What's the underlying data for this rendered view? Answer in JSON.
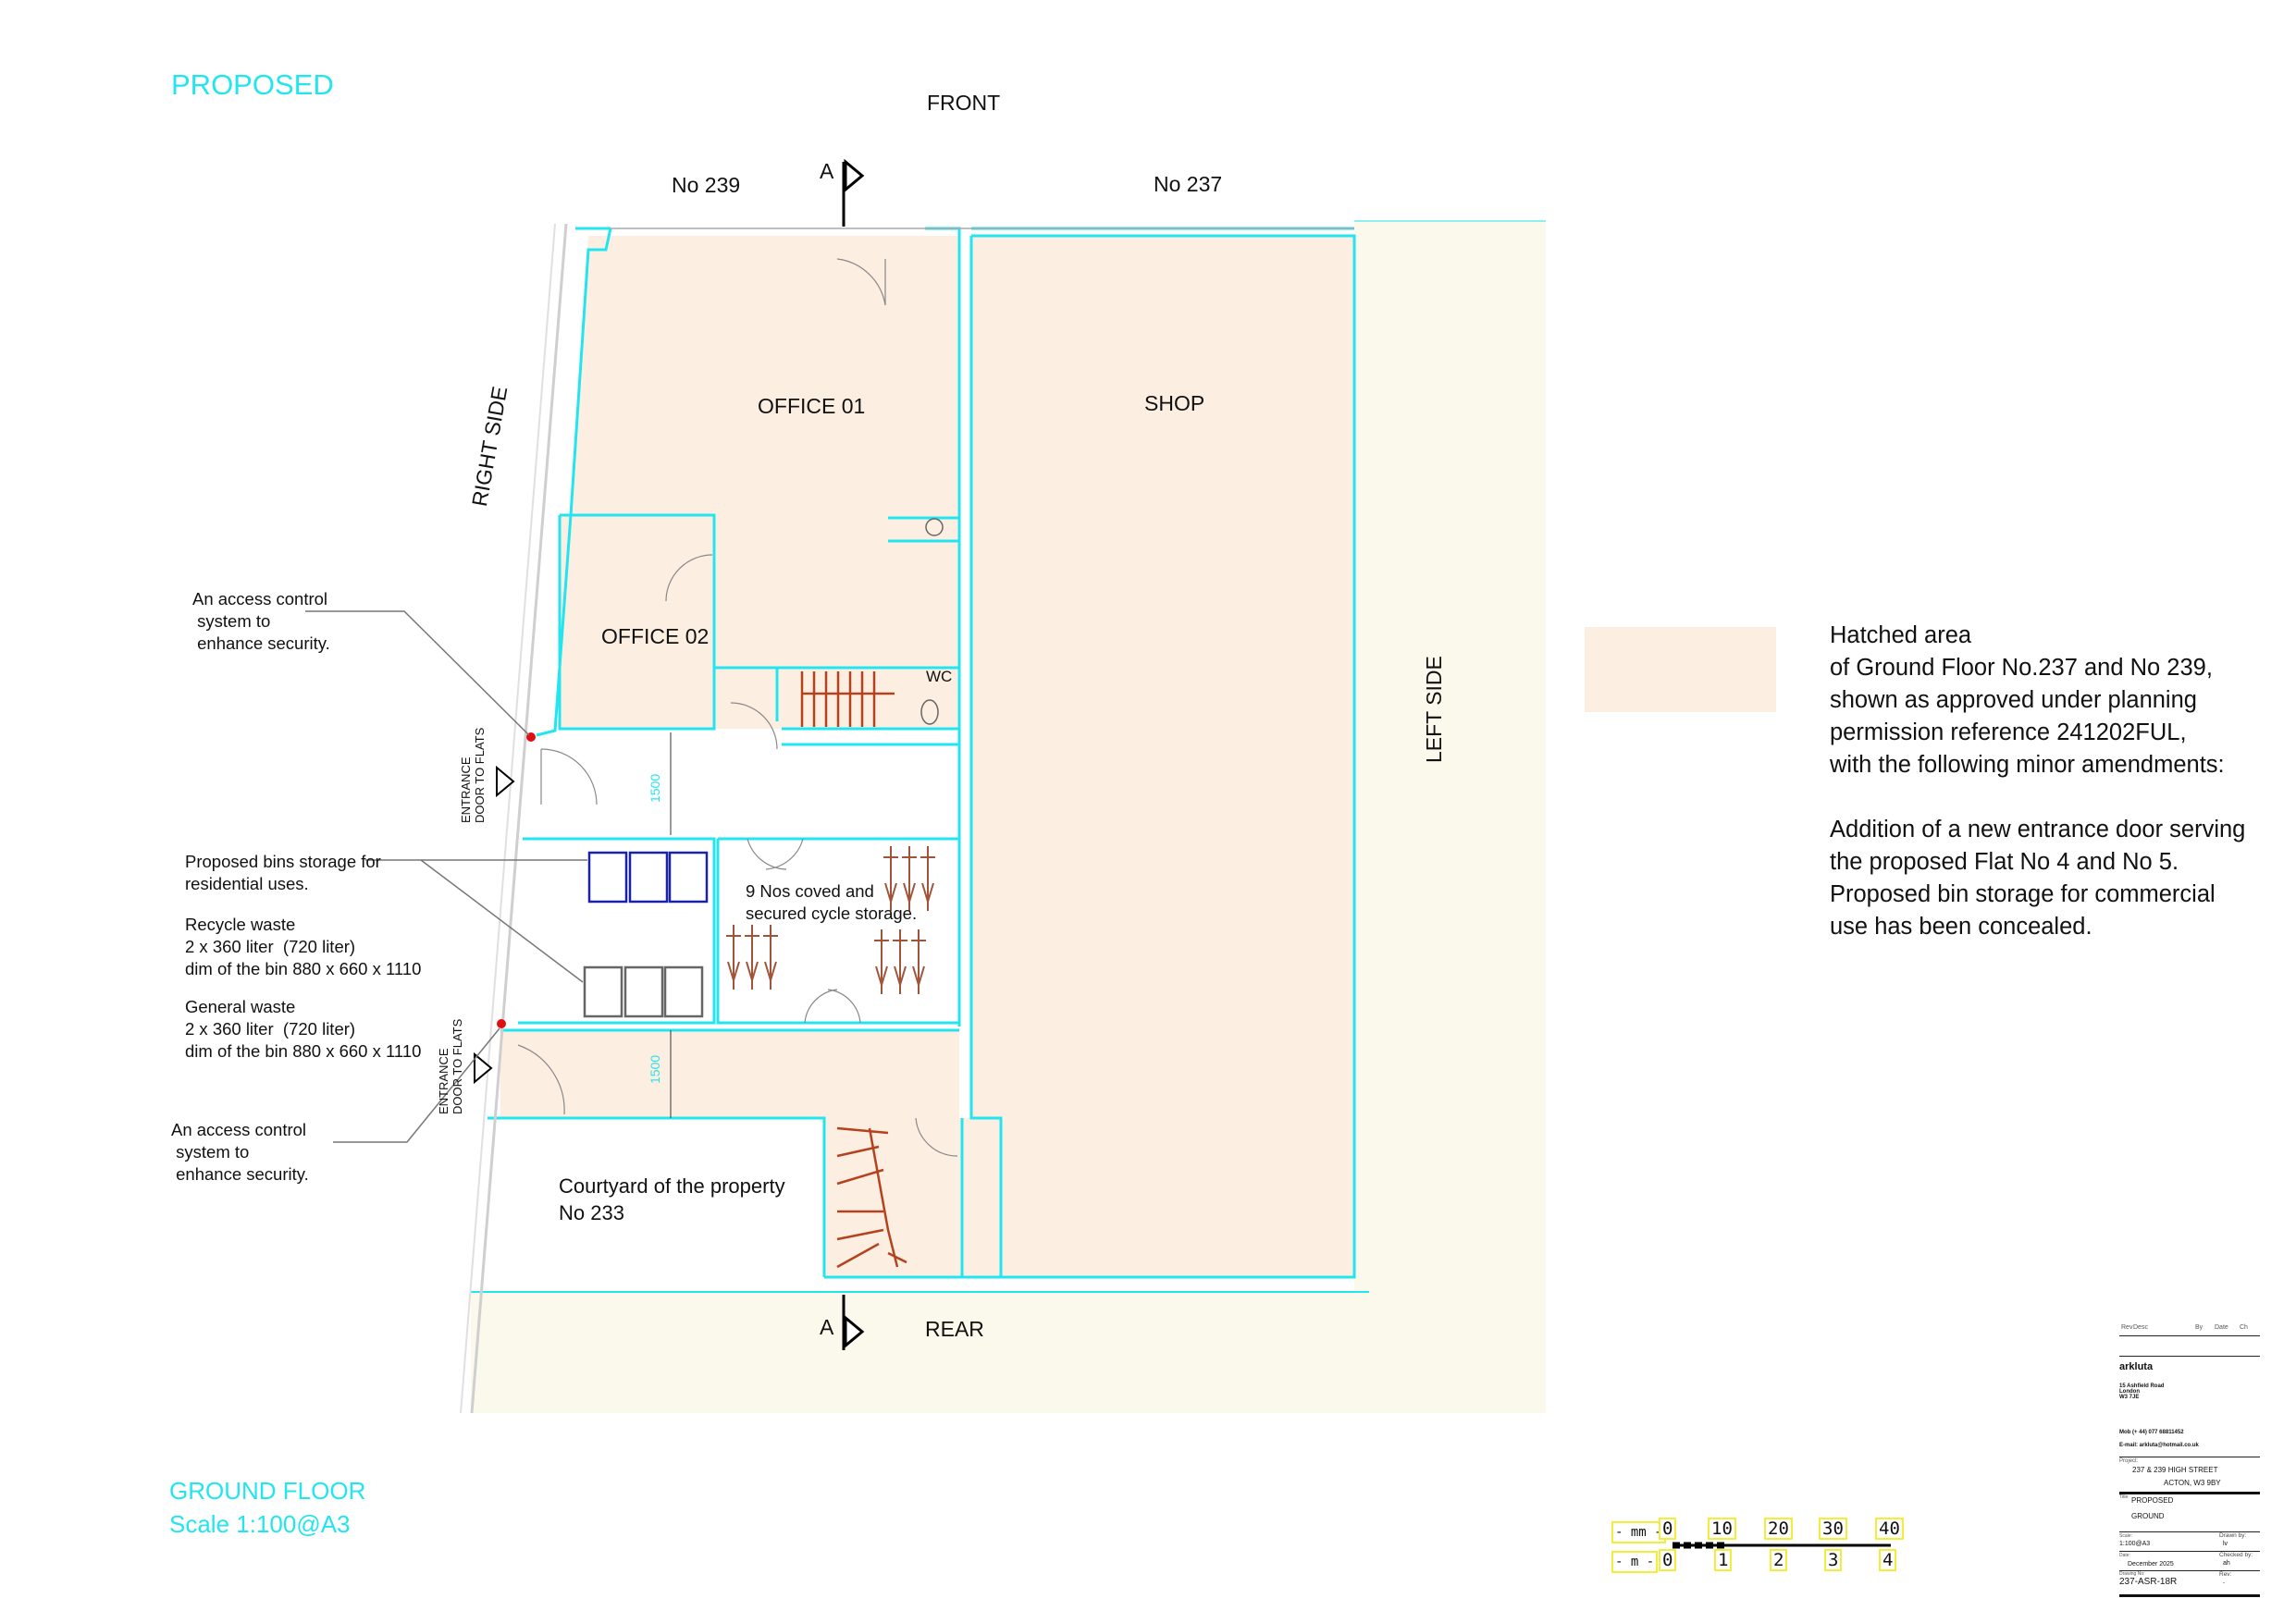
{
  "header": {
    "status": "PROPOSED",
    "front_label": "FRONT",
    "rear_label": "REAR",
    "section_marker": "A"
  },
  "neighbours": {
    "left_top": "No 239",
    "right_top": "No 237"
  },
  "sides": {
    "right": "RIGHT SIDE",
    "left": "LEFT SIDE"
  },
  "rooms": {
    "office01": "OFFICE 01",
    "office02": "OFFICE 02",
    "shop": "SHOP",
    "wc": "WC",
    "cycle": "9 Nos coved and\nsecured cycle storage.",
    "courtyard": "Courtyard of the property\nNo 233"
  },
  "dimensions": {
    "corridor_upper": "1500",
    "corridor_lower": "1500"
  },
  "annotations": {
    "access_control_1": "An access control\n system to\n enhance security.",
    "access_control_2": "An access control\n system to\n enhance security.",
    "entrance_1": "ENTRANCE\nDOOR TO FLATS",
    "entrance_2": "ENTRANCE\nDOOR TO FLATS",
    "bins": "Proposed bins storage for\nresidential uses.",
    "recycle": "Recycle waste\n2 x 360 liter  (720 liter)\ndim of the bin 880 x 660 x 1110",
    "general": "General waste\n2 x 360 liter  (720 liter)\ndim of the bin 880 x 660 x 1110"
  },
  "legend": {
    "swatch_color": "#fdeee2",
    "text": "Hatched area\nof Ground Floor No.237 and No 239,\nshown as approved under planning\npermission reference 241202FUL,\nwith the following minor amendments:\n\nAddition of a new entrance door serving\nthe proposed Flat No 4 and No 5.\nProposed bin storage for commercial\nuse has been concealed."
  },
  "footer": {
    "title": "GROUND FLOOR",
    "scale": "Scale 1:100@A3"
  },
  "scale_bar": {
    "mm_label": "- mm -",
    "m_label": "- m -",
    "mm_ticks": [
      "0",
      "10",
      "20",
      "30",
      "40"
    ],
    "m_ticks": [
      "0",
      "1",
      "2",
      "3",
      "4"
    ]
  },
  "title_block": {
    "rev_headers": [
      "Rev",
      "Desc",
      "By",
      "Date",
      "Ch"
    ],
    "company": "arkluta",
    "address": "15 Ashfield Road\nLondon\nW3 7JE",
    "mobile": "Mob (+ 44) 077 68811452",
    "email": "E-mail: arkluta@hotmail.co.uk",
    "project_label": "Project:",
    "project_line1": "237 & 239 HIGH STREET",
    "project_line2": "ACTON, W3 9BY",
    "title_label": "Title:",
    "title_line1": "PROPOSED",
    "title_line2": "GROUND",
    "scale_label": "Scale:",
    "scale": "1:100@A3",
    "drawn_label": "Drawn by:",
    "drawn": "lv",
    "date_label": "Date:",
    "date": "December 2025",
    "checked_label": "Checked by:",
    "checked": "ah",
    "drawing_label": "Drawing No:",
    "drawing_no": "237-ASR-18R",
    "rev_label": "Rev:",
    "rev": "-"
  },
  "colors": {
    "wall": "#22e5f0",
    "room_fill": "#fdeee2",
    "site_fill": "#fbf8ec",
    "stair": "#b5421e",
    "bin_recycle": "#1a22a8",
    "bin_general": "#666666",
    "bike": "#a0553b"
  }
}
